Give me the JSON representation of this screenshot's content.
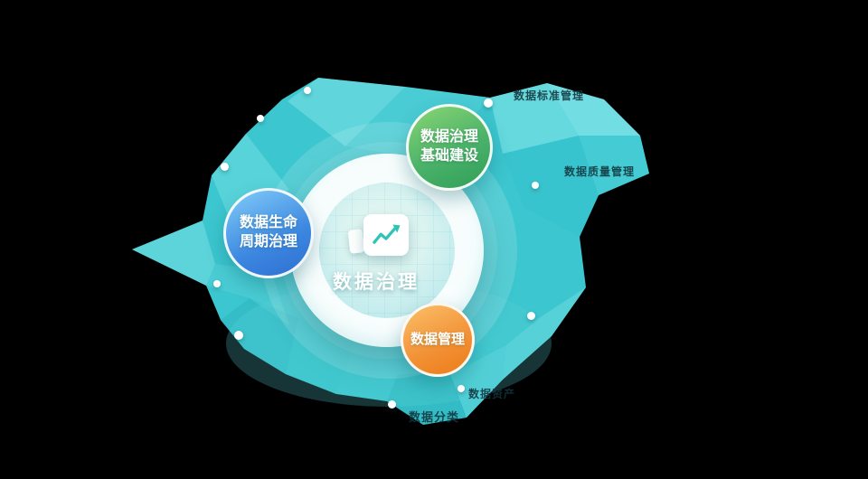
{
  "center": {
    "label": "数据治理",
    "icon": "line-chart-icon"
  },
  "satellites": [
    {
      "id": "foundation",
      "line1": "数据治理",
      "line2": "基础建设",
      "color": "#2f9e58"
    },
    {
      "id": "lifecycle",
      "line1": "数据生命",
      "line2": "周期治理",
      "color": "#2e6fd0"
    },
    {
      "id": "management",
      "line1": "数据管理",
      "line2": "",
      "color": "#ec7c17"
    }
  ],
  "tags": [
    {
      "text": "数据标准管理"
    },
    {
      "text": "数据质量管理"
    },
    {
      "text": "数据资产"
    },
    {
      "text": "数据分类"
    }
  ],
  "colors": {
    "background": "#000000",
    "blob_teal": "#3cc6cf",
    "ring_white": "#ffffff",
    "node_green": "#2f9e58",
    "node_blue": "#2e6fd0",
    "node_orange": "#ec7c17",
    "center_text": "#ffffff"
  }
}
